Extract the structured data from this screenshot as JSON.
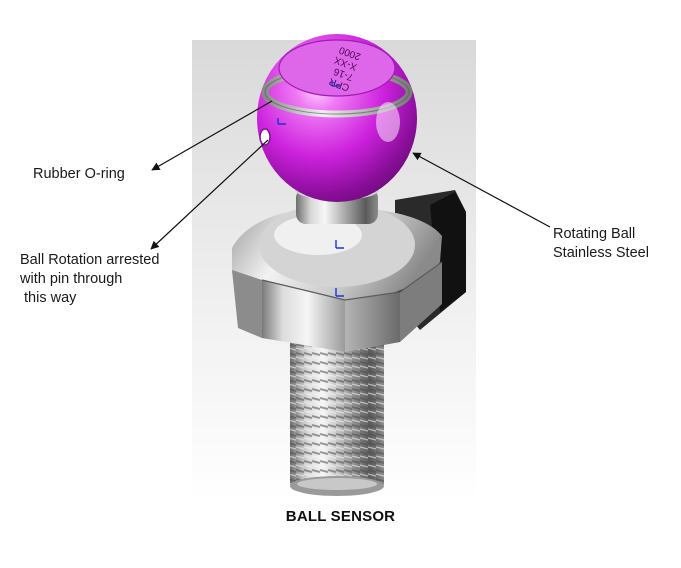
{
  "callouts": {
    "rubber_oring": "Rubber O-ring",
    "pin_line1": "Ball Rotation  arrested",
    "pin_line2": "with pin through",
    "pin_line3": "this way",
    "ball_line1": "Rotating Ball",
    "ball_line2": "Stainless  Steel"
  },
  "engraving": {
    "line1": "CPR",
    "line2": "7-16",
    "line3": "X-XX",
    "line4": "2000"
  },
  "caption": "BALL SENSOR",
  "colors": {
    "ball": "#cc22dd",
    "panel_background": "#e6e6e6",
    "steel": "#b8b8b8",
    "marker_blue": "#2233cc"
  }
}
